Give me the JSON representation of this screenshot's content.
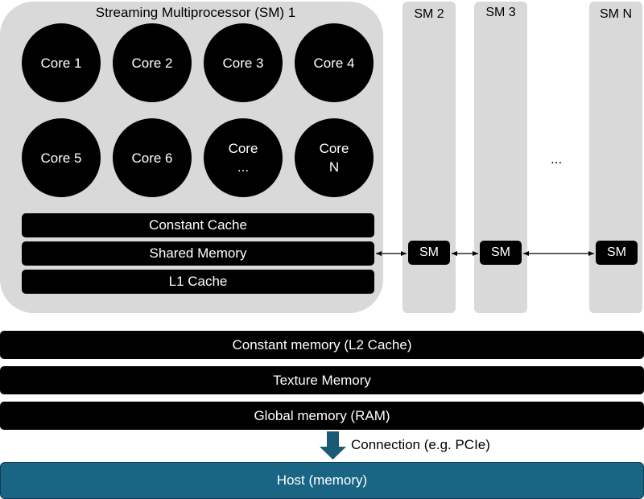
{
  "sm1": {
    "title": "Streaming Multiprocessor (SM) 1",
    "cores": [
      "Core 1",
      "Core 2",
      "Core 3",
      "Core 4",
      "Core 5",
      "Core 6",
      "Core\n...",
      "Core\nN"
    ],
    "bars": [
      "Constant Cache",
      "Shared Memory",
      "L1 Cache"
    ]
  },
  "other_sms": {
    "columns": [
      "SM 2",
      "SM 3",
      "SM N"
    ],
    "box_label": "SM",
    "ellipsis": "..."
  },
  "memory": [
    "Constant memory (L2 Cache)",
    "Texture Memory",
    "Global memory (RAM)"
  ],
  "connection": {
    "label": "Connection (e.g. PCIe)"
  },
  "host": {
    "label": "Host (memory)"
  },
  "colors": {
    "panel": "#d9d9d9",
    "block": "#000000",
    "host": "#1b6584",
    "arrow": "#1b5a74"
  }
}
